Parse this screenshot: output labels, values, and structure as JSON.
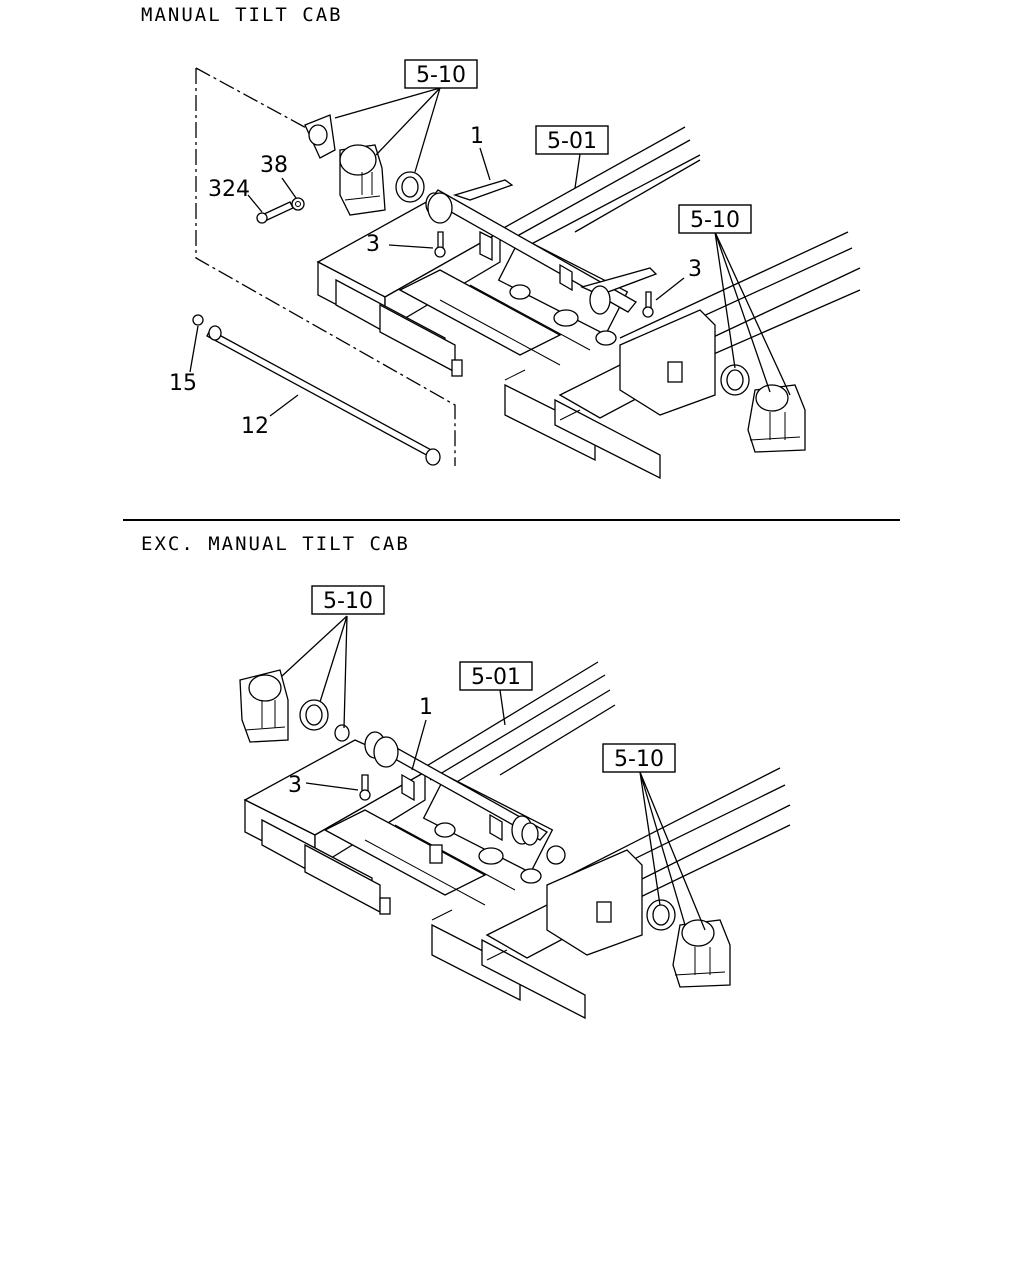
{
  "sections": [
    {
      "title": "MANUAL TILT CAB",
      "refs": [
        "5-10",
        "5-01",
        "5-10"
      ],
      "callouts": [
        "1",
        "38",
        "324",
        "3",
        "3",
        "15",
        "12"
      ]
    },
    {
      "title": "EXC. MANUAL TILT CAB",
      "refs": [
        "5-10",
        "5-01",
        "5-10"
      ],
      "callouts": [
        "1",
        "3"
      ]
    }
  ]
}
